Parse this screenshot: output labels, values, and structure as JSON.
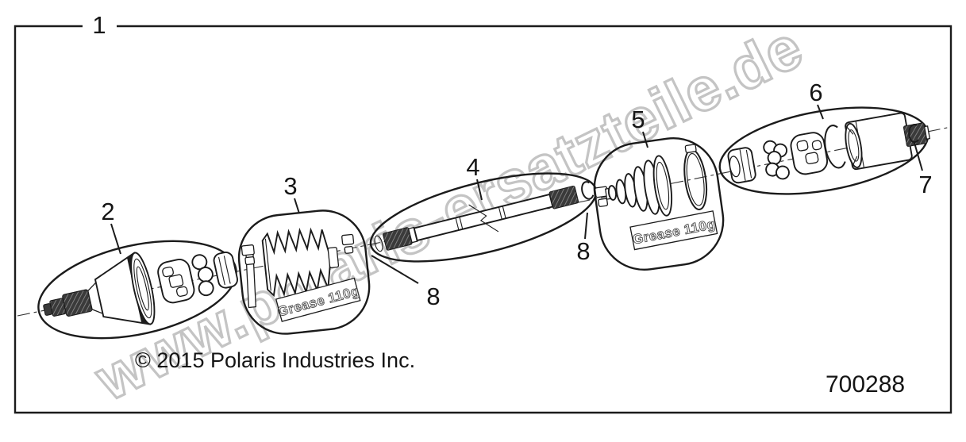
{
  "diagram": {
    "watermark": "www.polaris-ersatzteile.de",
    "copyright": "© 2015 Polaris Industries Inc.",
    "drawing_number": "700288",
    "callouts": {
      "c1": "1",
      "c2": "2",
      "c3": "3",
      "c4": "4",
      "c5": "5",
      "c6": "6",
      "c7": "7",
      "c8_left": "8",
      "c8_right": "8"
    },
    "grease": {
      "outer": "Grease 110g",
      "inner": "Grease 110g"
    },
    "colors": {
      "line": "#1b1b1b",
      "centerline": "#333333",
      "watermark_stroke": "#c4c4c4",
      "spline_dark": "#3a3a3a",
      "text": "#151515"
    }
  }
}
